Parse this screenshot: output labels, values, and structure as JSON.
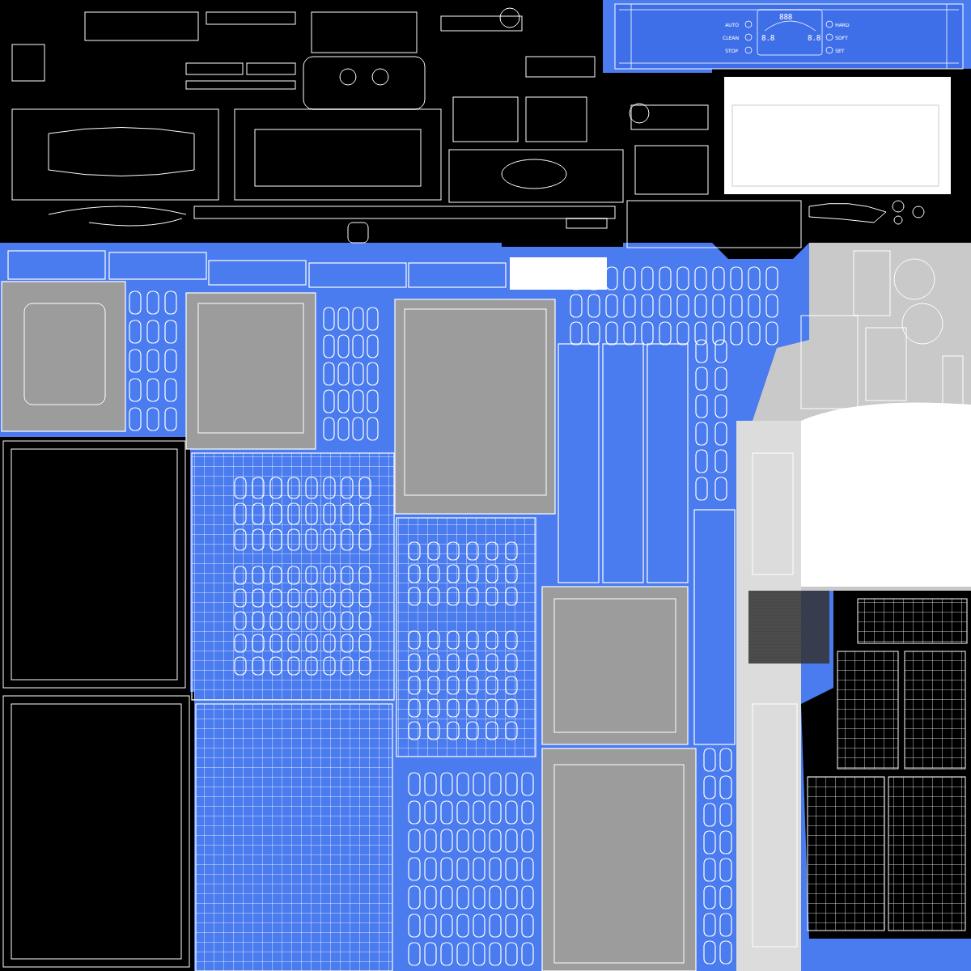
{
  "diagram": {
    "labels": [
      "AUTO",
      "CLEAN",
      "STOP",
      "HARD",
      "SOFT",
      "SET",
      "888",
      "8.8",
      "8.8"
    ]
  }
}
